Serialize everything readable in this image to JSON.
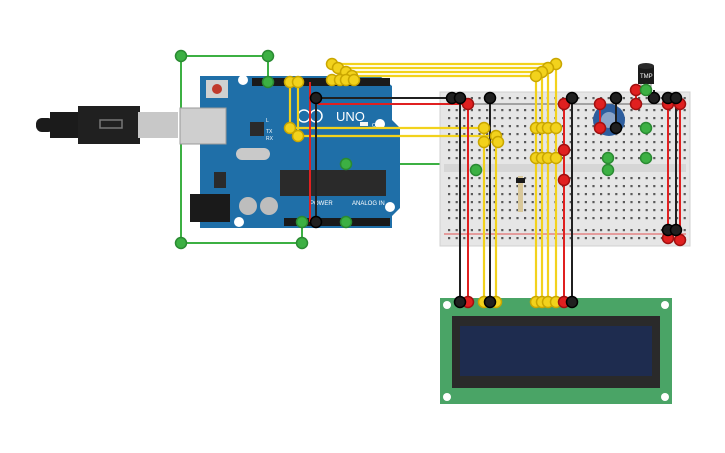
{
  "arduino": {
    "model_label": "UNO",
    "analog_label": "ANALOG IN",
    "power_label": "POWER",
    "on_label": "ON",
    "pin_label_tx": "TX",
    "pin_label_rx": "RX",
    "pin_label_l": "L"
  },
  "sensor": {
    "label": "TMP"
  },
  "colors": {
    "board": "#1f6fa8",
    "board_dark": "#155a8c",
    "breadboard": "#e6e6e6",
    "lcd_pcb": "#4aa466",
    "lcd_screen": "#1e2c4f",
    "wire_yellow": "#f2d21c",
    "wire_red": "#e02020",
    "wire_black": "#202020",
    "wire_green": "#3cb043"
  }
}
